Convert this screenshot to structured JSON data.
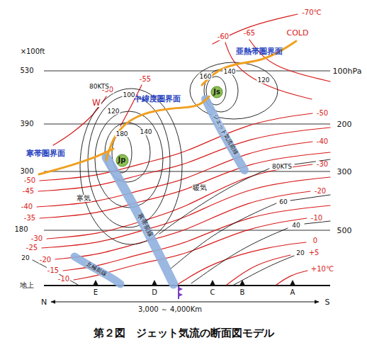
{
  "diagram": {
    "caption": "第２図　ジェット気流の断面図モデル",
    "nodes": [
      {
        "text": [
          "Jp"
        ]
      },
      {
        "text": [
          "Js"
        ]
      }
    ],
    "labels": [
      "×100ft",
      "530",
      "390",
      "300",
      "180",
      "地上",
      "100hPa",
      "200",
      "300",
      "500",
      "-70℃",
      "-65",
      "-60",
      "COLD",
      "-55",
      "-50",
      "W",
      "亜熱帯圏界面",
      "中緯度圏界面",
      "寒帯圏界面",
      "80KTS",
      "100",
      "120",
      "140",
      "180",
      "160",
      "140",
      "120",
      "80KTS",
      "60",
      "40",
      "20",
      "-50",
      "-45",
      "-40",
      "-35",
      "-30",
      "-25",
      "-20",
      "-15",
      "-10",
      "-50",
      "-40",
      "-30",
      "-20",
      "-10",
      "0",
      "+5",
      "+10℃",
      "寒気",
      "暖気",
      "寒帯前線",
      "北極前線",
      "ジェット気流前線",
      "E",
      "D",
      "C",
      "B",
      "A",
      "N",
      "S",
      "3,000 ～ 4,000Km",
      "20"
    ]
  }
}
